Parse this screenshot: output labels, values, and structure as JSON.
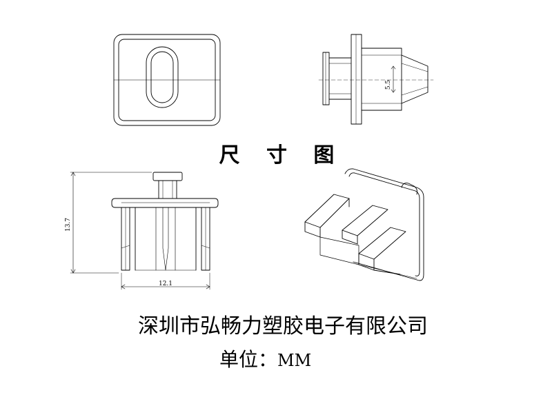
{
  "title": "尺 寸 图",
  "company": "深圳市弘畅力塑胶电子有限公司",
  "unit": {
    "label": "单位：",
    "value": "MM"
  },
  "dimensions": {
    "side_height": "5.5",
    "front_height": "13.7",
    "front_width": "12.1"
  }
}
